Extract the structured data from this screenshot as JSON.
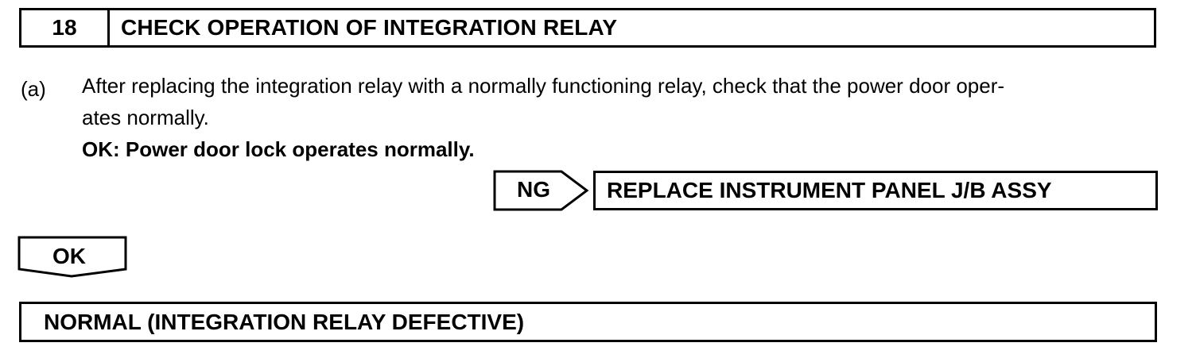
{
  "step": {
    "number": "18",
    "title": "CHECK OPERATION OF INTEGRATION RELAY"
  },
  "instruction": {
    "label": "(a)",
    "text": "After replacing the integration relay with a normally functioning relay, check that the power door operates normally.",
    "ok_condition": "OK: Power door lock operates normally."
  },
  "ng_branch": {
    "label": "NG",
    "result": "REPLACE INSTRUMENT PANEL J/B ASSY"
  },
  "ok_branch": {
    "label": "OK"
  },
  "final": {
    "result": "NORMAL (INTEGRATION RELAY DEFECTIVE)"
  }
}
